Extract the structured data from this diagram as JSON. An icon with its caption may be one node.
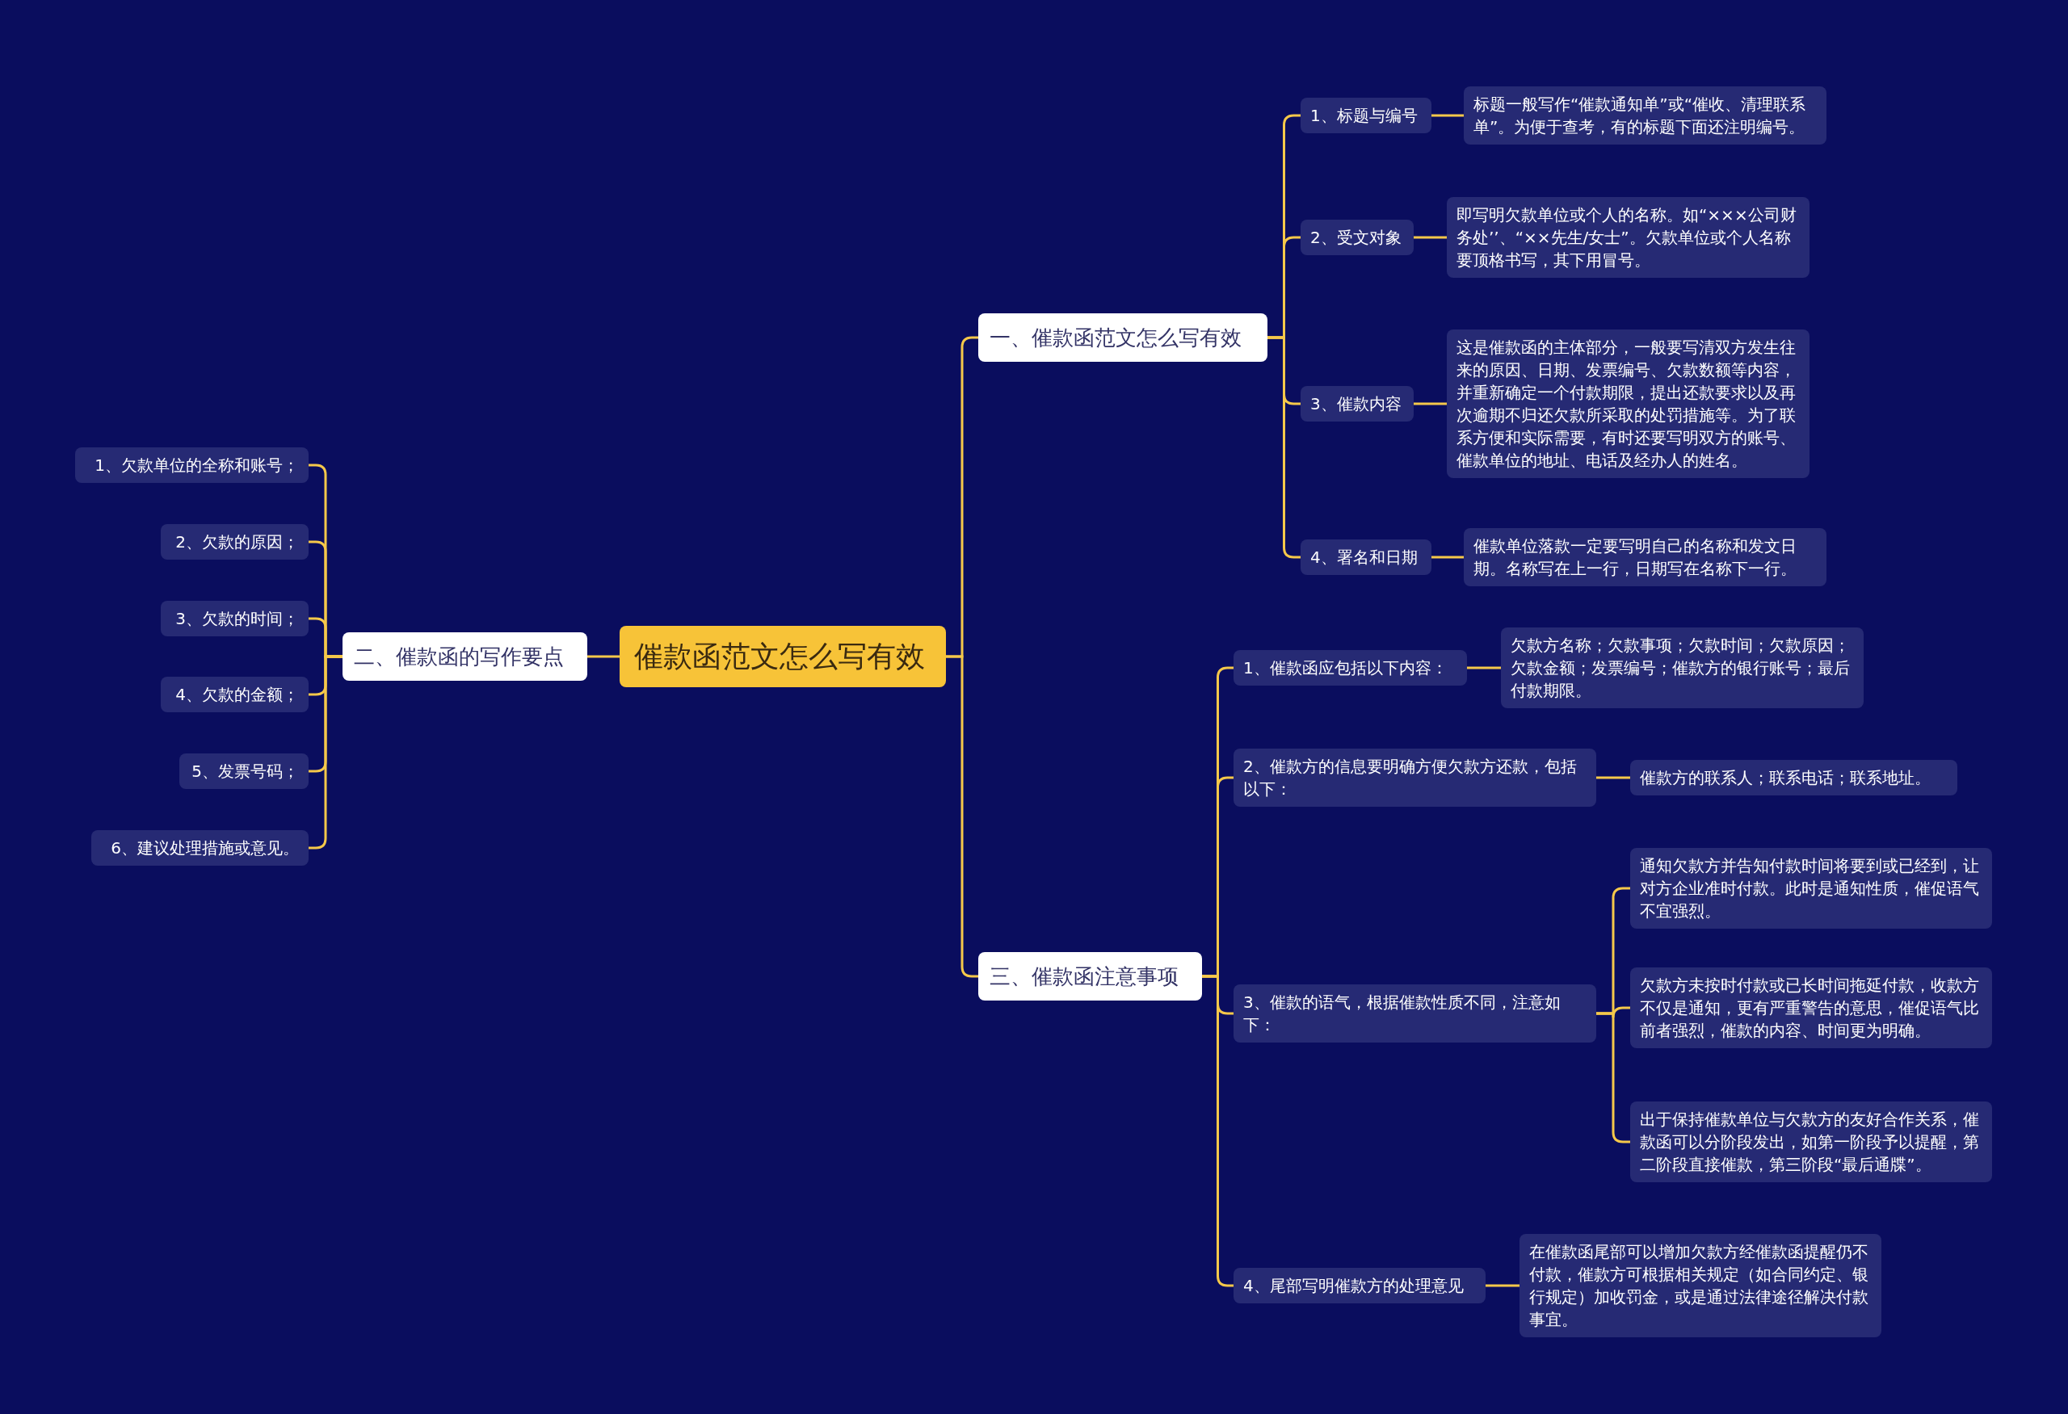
{
  "diagram": {
    "nodes": [
      {
        "text": [
          "催款函范文怎么写有效"
        ]
      },
      {
        "text": [
          "一、催款函范文怎么写有效"
        ]
      },
      {
        "text": [
          "1、标题与编号"
        ]
      },
      {
        "text": [
          "标题一般写作“催款通知单”或“催收、清理联系单”。为便于查考，有的标题下面还注明编号。"
        ]
      },
      {
        "text": [
          "2、受文对象"
        ]
      },
      {
        "text": [
          "即写明欠款单位或个人的名称。如“×××公司财务处’’、“××先生/女士”。欠款单位或个人名称要顶格书写，其下用冒号。"
        ]
      },
      {
        "text": [
          "3、催款内容"
        ]
      },
      {
        "text": [
          "这是催款函的主体部分，一般要写清双方发生往来的原因、日期、发票编号、欠款数额等内容，并重新确定一个付款期限，提出还款要求以及再次逾期不归还欠款所采取的处罚措施等。为了联系方便和实际需要，有时还要写明双方的账号、催款单位的地址、电话及经办人的姓名。"
        ]
      },
      {
        "text": [
          "4、署名和日期"
        ]
      },
      {
        "text": [
          "催款单位落款一定要写明自己的名称和发文日期。名称写在上一行，日期写在名称下一行。"
        ]
      },
      {
        "text": [
          "二、催款函的写作要点"
        ]
      },
      {
        "text": [
          "1、欠款单位的全称和账号；"
        ]
      },
      {
        "text": [
          "2、欠款的原因；"
        ]
      },
      {
        "text": [
          "3、欠款的时间；"
        ]
      },
      {
        "text": [
          "4、欠款的金额；"
        ]
      },
      {
        "text": [
          "5、发票号码；"
        ]
      },
      {
        "text": [
          "6、建议处理措施或意见。"
        ]
      },
      {
        "text": [
          "三、催款函注意事项"
        ]
      },
      {
        "text": [
          "1、催款函应包括以下内容："
        ]
      },
      {
        "text": [
          "欠款方名称；欠款事项；欠款时间；欠款原因；欠款金额；发票编号；催款方的银行账号；最后付款期限。"
        ]
      },
      {
        "text": [
          "2、催款方的信息要明确方便欠款方还款，包括以下："
        ]
      },
      {
        "text": [
          "催款方的联系人；联系电话；联系地址。"
        ]
      },
      {
        "text": [
          "3、催款的语气，根据催款性质不同，注意如下："
        ]
      },
      {
        "text": [
          "通知欠款方并告知付款时间将要到或已经到，让对方企业准时付款。此时是通知性质，催促语气不宜强烈。"
        ]
      },
      {
        "text": [
          "欠款方未按时付款或已长时间拖延付款，收款方不仅是通知，更有严重警告的意思，催促语气比前者强烈，催款的内容、时间更为明确。"
        ]
      },
      {
        "text": [
          "出于保持催款单位与欠款方的友好合作关系，催款函可以分阶段发出，如第一阶段予以提醒，第二阶段直接催款，第三阶段“最后通牒”。"
        ]
      },
      {
        "text": [
          "4、尾部写明催款方的处理意见"
        ]
      },
      {
        "text": [
          "在催款函尾部可以增加欠款方经催款函提醒仍不付款，催款方可根据相关规定（如合同约定、银行规定）加收罚金，或是通过法律途径解决付款事宜。"
        ]
      }
    ],
    "edges": [
      {
        "from": 0,
        "to": 1,
        "arrow": "none"
      },
      {
        "from": 1,
        "to": 2,
        "arrow": "none"
      },
      {
        "from": 2,
        "to": 3,
        "arrow": "none"
      },
      {
        "from": 1,
        "to": 4,
        "arrow": "none"
      },
      {
        "from": 4,
        "to": 5,
        "arrow": "none"
      },
      {
        "from": 1,
        "to": 6,
        "arrow": "none"
      },
      {
        "from": 6,
        "to": 7,
        "arrow": "none"
      },
      {
        "from": 1,
        "to": 8,
        "arrow": "none"
      },
      {
        "from": 8,
        "to": 9,
        "arrow": "none"
      },
      {
        "from": 0,
        "to": 10,
        "arrow": "none"
      },
      {
        "from": 10,
        "to": 11,
        "arrow": "none"
      },
      {
        "from": 10,
        "to": 12,
        "arrow": "none"
      },
      {
        "from": 10,
        "to": 13,
        "arrow": "none"
      },
      {
        "from": 10,
        "to": 14,
        "arrow": "none"
      },
      {
        "from": 10,
        "to": 15,
        "arrow": "none"
      },
      {
        "from": 10,
        "to": 16,
        "arrow": "none"
      },
      {
        "from": 0,
        "to": 17,
        "arrow": "none"
      },
      {
        "from": 17,
        "to": 18,
        "arrow": "none"
      },
      {
        "from": 18,
        "to": 19,
        "arrow": "none"
      },
      {
        "from": 17,
        "to": 20,
        "arrow": "none"
      },
      {
        "from": 20,
        "to": 21,
        "arrow": "none"
      },
      {
        "from": 17,
        "to": 22,
        "arrow": "none"
      },
      {
        "from": 22,
        "to": 23,
        "arrow": "none"
      },
      {
        "from": 22,
        "to": 24,
        "arrow": "none"
      },
      {
        "from": 22,
        "to": 25,
        "arrow": "none"
      },
      {
        "from": 17,
        "to": 26,
        "arrow": "none"
      },
      {
        "from": 26,
        "to": 27,
        "arrow": "none"
      }
    ]
  }
}
